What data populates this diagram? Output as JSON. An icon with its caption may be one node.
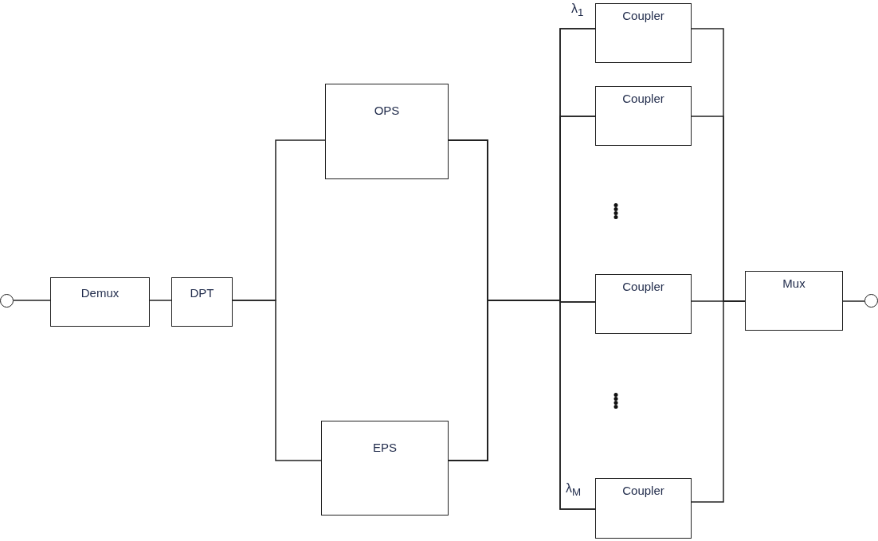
{
  "diagram": {
    "nodes": [
      {
        "text": [],
        "shape": "circle"
      },
      {
        "text": [
          "Demux"
        ]
      },
      {
        "text": [
          "DPT"
        ]
      },
      {
        "text": [
          "OPS"
        ]
      },
      {
        "text": [
          "EPS"
        ]
      },
      {
        "text": [
          "Coupler"
        ]
      },
      {
        "text": [
          "Coupler"
        ]
      },
      {
        "text": [
          "Coupler"
        ]
      },
      {
        "text": [
          "Coupler"
        ]
      },
      {
        "text": [
          "Mux"
        ]
      },
      {
        "text": [],
        "shape": "circle"
      }
    ],
    "edges": [
      {
        "from": 0,
        "to": 1,
        "arrow": "none"
      },
      {
        "from": 1,
        "to": 2,
        "arrow": "none"
      },
      {
        "from": 2,
        "to": 3,
        "arrow": "none"
      },
      {
        "from": 2,
        "to": 4,
        "arrow": "none"
      },
      {
        "from": 3,
        "to": 5,
        "arrow": "none"
      },
      {
        "from": 3,
        "to": 6,
        "arrow": "none"
      },
      {
        "from": 3,
        "to": 7,
        "arrow": "none"
      },
      {
        "from": 3,
        "to": 8,
        "arrow": "none"
      },
      {
        "from": 4,
        "to": 5,
        "arrow": "none"
      },
      {
        "from": 4,
        "to": 6,
        "arrow": "none"
      },
      {
        "from": 4,
        "to": 7,
        "arrow": "none"
      },
      {
        "from": 4,
        "to": 8,
        "arrow": "none"
      },
      {
        "from": 5,
        "to": 9,
        "arrow": "none"
      },
      {
        "from": 6,
        "to": 9,
        "arrow": "none"
      },
      {
        "from": 7,
        "to": 9,
        "arrow": "none"
      },
      {
        "from": 8,
        "to": 9,
        "arrow": "none"
      },
      {
        "from": 9,
        "to": 10,
        "arrow": "none"
      }
    ],
    "labels": [
      "λ$_{1}$",
      "λ$_{M}$"
    ]
  }
}
